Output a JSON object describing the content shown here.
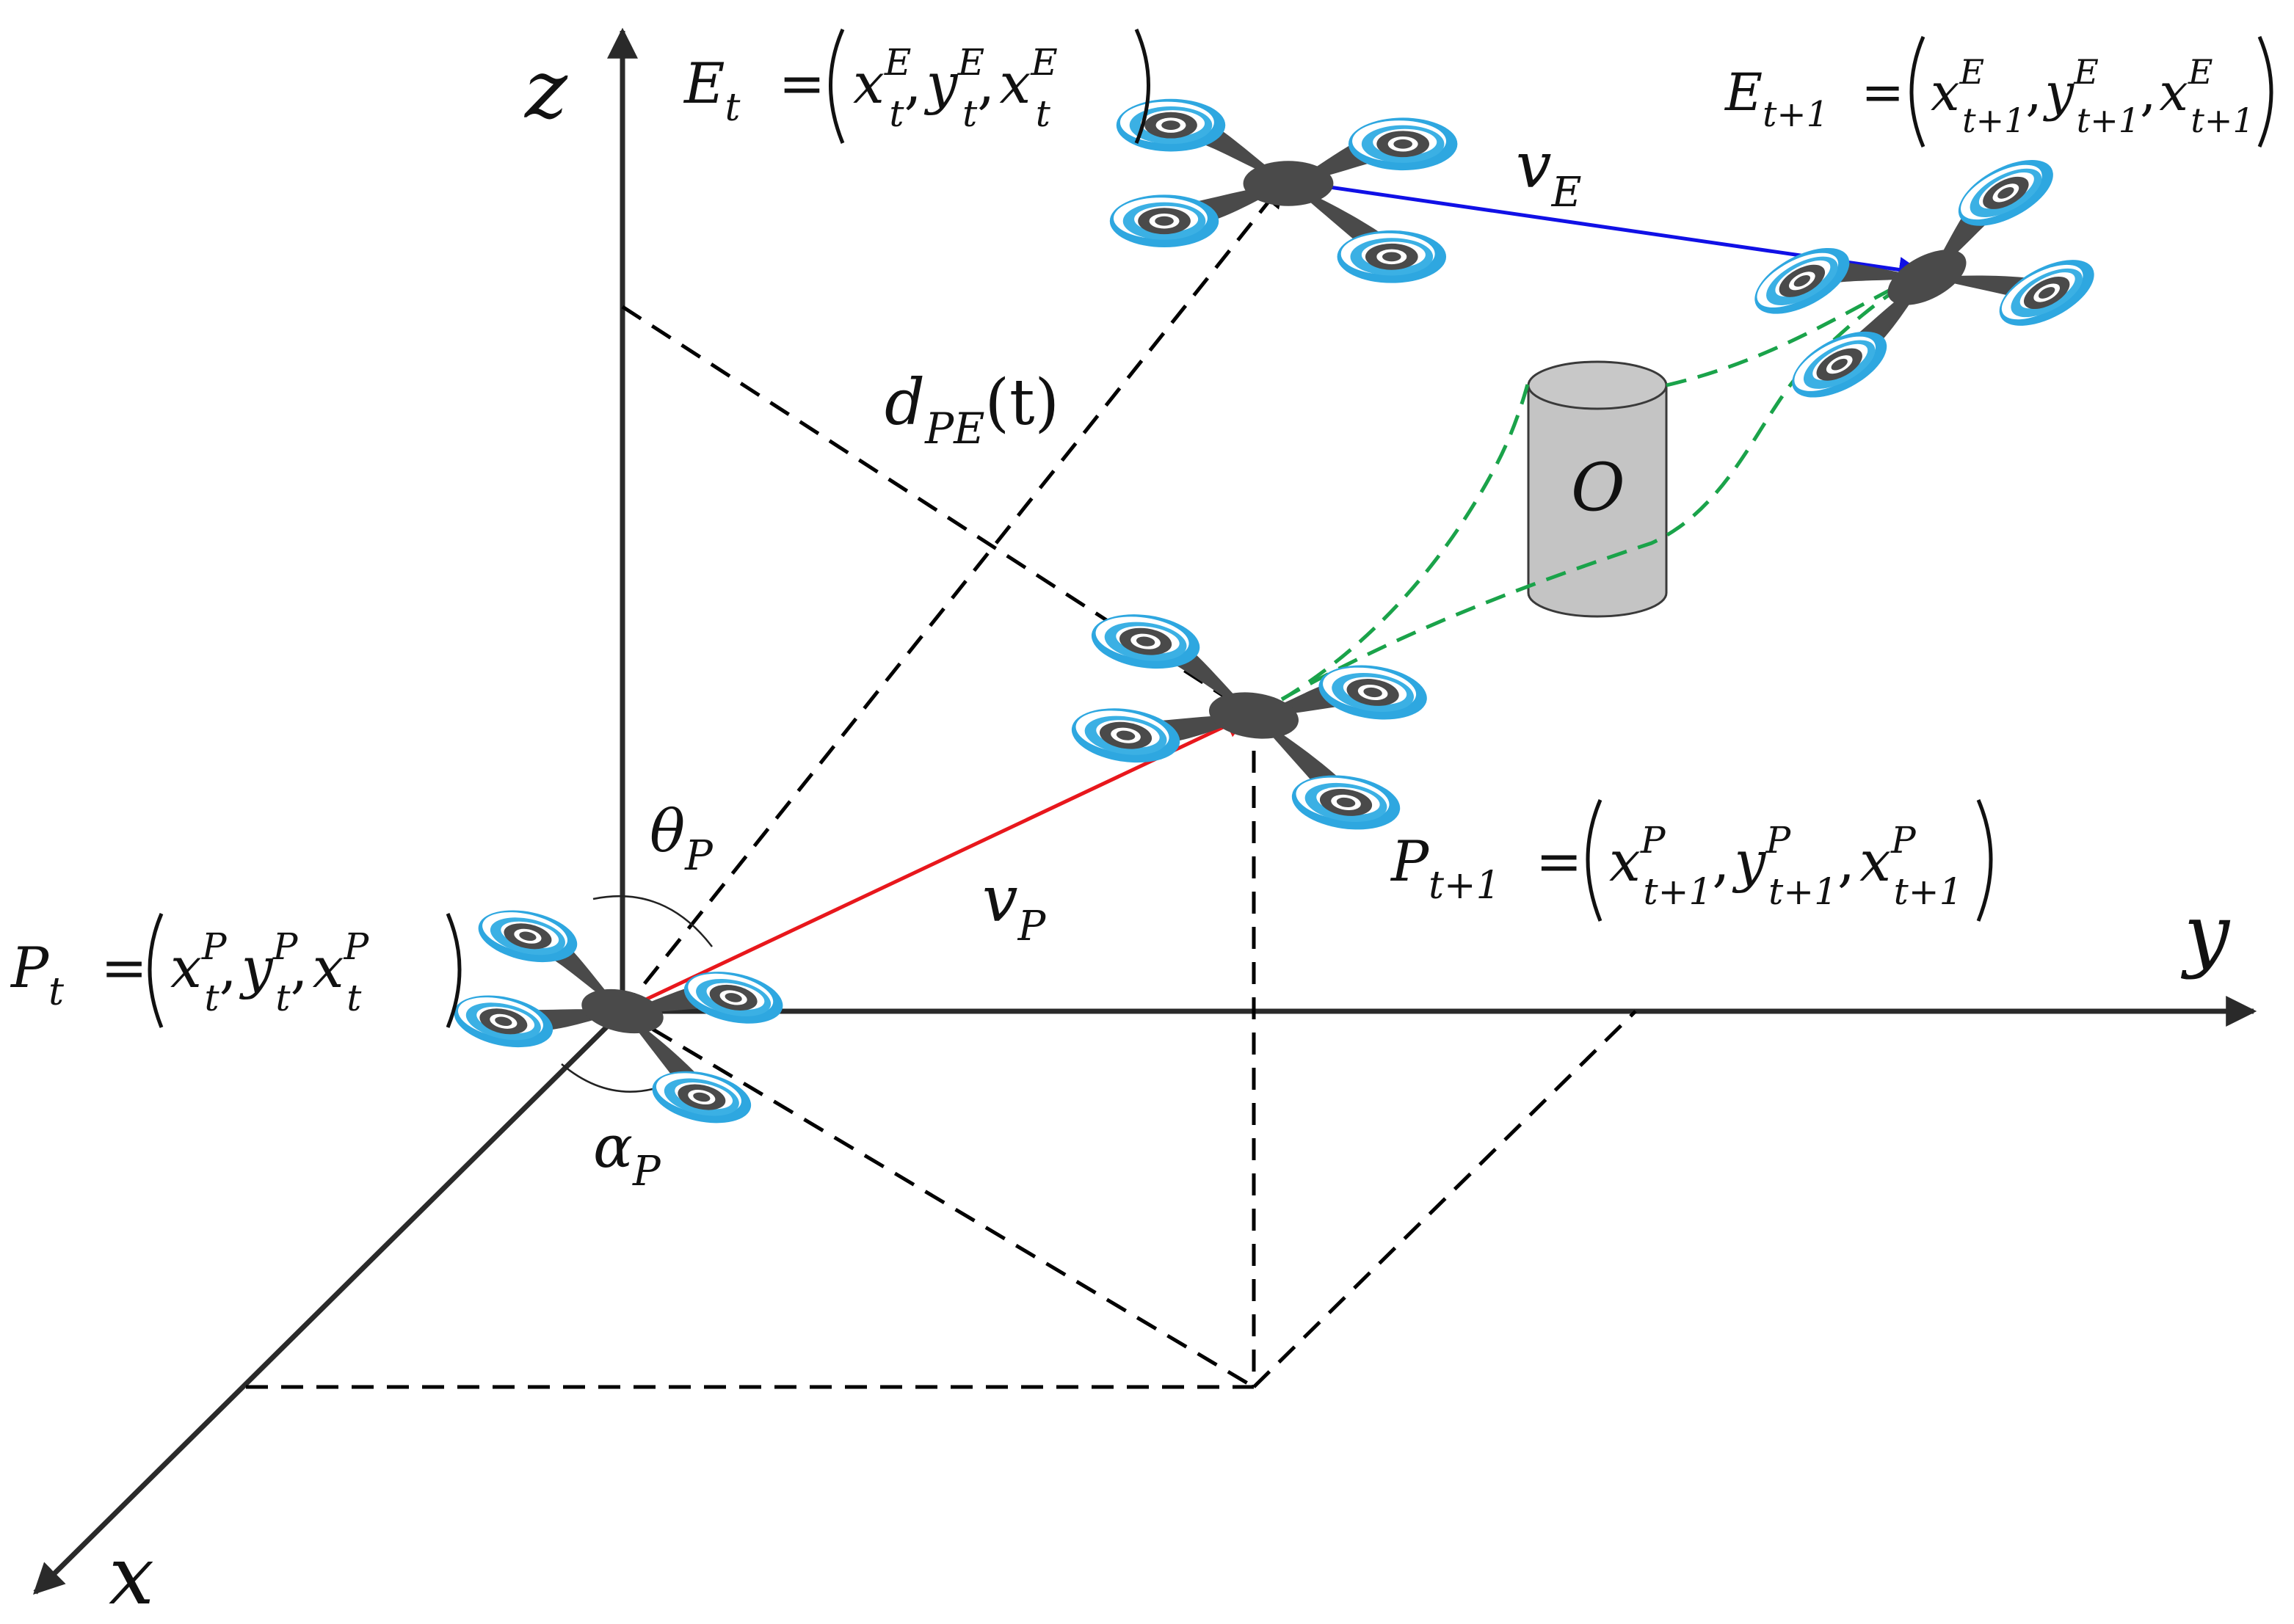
{
  "axes": {
    "x": "x",
    "y": "y",
    "z": "z"
  },
  "labels": {
    "distance": {
      "main": "d",
      "sub": "PE",
      "arg": "(t)"
    },
    "obstacle": "O",
    "theta": {
      "main": "θ",
      "sub": "P"
    },
    "alpha": {
      "main": "α",
      "sub": "P"
    },
    "vP": {
      "main": "v",
      "sub": "P"
    },
    "vE": {
      "main": "v",
      "sub": "E"
    }
  },
  "equations": {
    "Et": {
      "lhs": "E",
      "lhs_sub": "t",
      "eq": "=",
      "x": "x",
      "y": "y",
      "z": "x",
      "sup": "E",
      "sub": "t",
      "comma": ","
    },
    "Et1": {
      "lhs": "E",
      "lhs_sub": "t+1",
      "eq": "=",
      "x": "x",
      "y": "y",
      "z": "x",
      "sup": "E",
      "sub": "t+1",
      "comma": ","
    },
    "Pt": {
      "lhs": "P",
      "lhs_sub": "t",
      "eq": "=",
      "x": "x",
      "y": "y",
      "z": "x",
      "sup": "P",
      "sub": "t",
      "comma": ","
    },
    "Pt1": {
      "lhs": "P",
      "lhs_sub": "t+1",
      "eq": "=",
      "x": "x",
      "y": "y",
      "z": "x",
      "sup": "P",
      "sub": "t+1",
      "comma": ","
    }
  },
  "colors": {
    "pursuer_velocity": "#e8171c",
    "evader_velocity": "#1010e6",
    "trajectory": "#1aa34a",
    "obstacle_fill": "#c4c4c4",
    "drone_body": "#4a4a4a",
    "drone_rotor": "#2ea7e0"
  },
  "icons": [
    "quadrotor-drone-icon",
    "cylinder-obstacle-icon"
  ]
}
